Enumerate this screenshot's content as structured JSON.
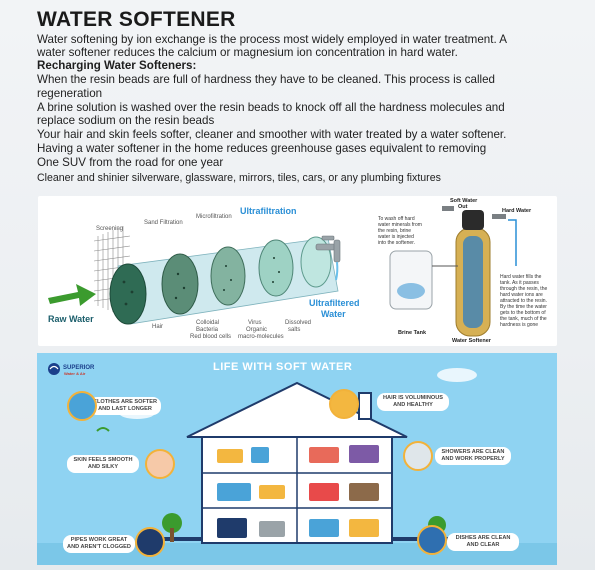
{
  "title": "WATER SOFTENER",
  "paragraphs": {
    "p1_line1": "Water softening by ion exchange is the process most widely employed in water treatment. A",
    "p1_line2": "water softener reduces the calcium or magnesium ion concentration in hard water.",
    "heading": "Recharging Water Softeners:",
    "p2_line1": "When the resin beads are full of hardness they have to be cleaned. This process is called",
    "p2_line2": "regeneration",
    "p3_line1": "A brine solution is washed over the resin beads to knock off all the hardness molecules and",
    "p3_line2": "replace sodium on the resin beads",
    "p4": "Your hair and skin feels softer, cleaner and smoother with water treated by a water softener.",
    "p5": "Having a water softener in the home reduces greenhouse gases equivalent to removing",
    "p6": "One SUV from the road for one year",
    "p7": "Cleaner and shinier silverware, glassware, mirrors, tiles, cars, or any plumbing fixtures"
  },
  "filtration_diagram": {
    "screening": "Screening",
    "sand_filtration": "Sand Filtration",
    "microfiltration": "Microfiltration",
    "ultrafiltration": "Ultrafiltration",
    "raw_water": "Raw Water",
    "ultrafiltered_water_1": "Ultrafiltered",
    "ultrafiltered_water_2": "Water",
    "hair": "Hair",
    "colloidal": "Colloidal",
    "bacteria": "Bacteria",
    "red_blood_cells": "Red blood cells",
    "virus": "Virus",
    "organic": "Organic",
    "macro_molecules": "macro-molecules",
    "dissolved": "Dissolved",
    "salts": "salts",
    "color_ultra": "#2a8fd6",
    "color_arrow": "#3b9b2e"
  },
  "softener_diagram": {
    "soft_water_out_1": "Soft Water",
    "soft_water_out_2": "Out",
    "hard_water": "Hard Water",
    "wash_off_text": "To wash off hard water minerals from the resin, brine water is injected into the softener.",
    "resin_text": "Hard water fills the tank. As it passes through the resin, the hard water ions are attracted to the resin. By the time the water gets to the bottom of the tank, much of the hardness is gone",
    "brine_tank": "Brine Tank",
    "water_softener": "Water Softener"
  },
  "infographic": {
    "logo_name": "SUPERIOR",
    "logo_sub": "Water & Air",
    "title": "LIFE WITH SOFT WATER",
    "callouts": {
      "clothes": "CLOTHES ARE SOFTER\nAND LAST LONGER",
      "hair": "HAIR IS VOLUMINOUS\nAND HEALTHY",
      "skin": "SKIN FEELS SMOOTH\nAND SILKY",
      "showers": "SHOWERS ARE CLEAN\nAND WORK PROPERLY",
      "pipes": "PIPES WORK GREAT\nAND AREN'T CLOGGED",
      "dishes": "DISHES ARE CLEAN\nAND CLEAR"
    },
    "sky_color": "#8fd3f2",
    "house_color": "#ffffff"
  }
}
